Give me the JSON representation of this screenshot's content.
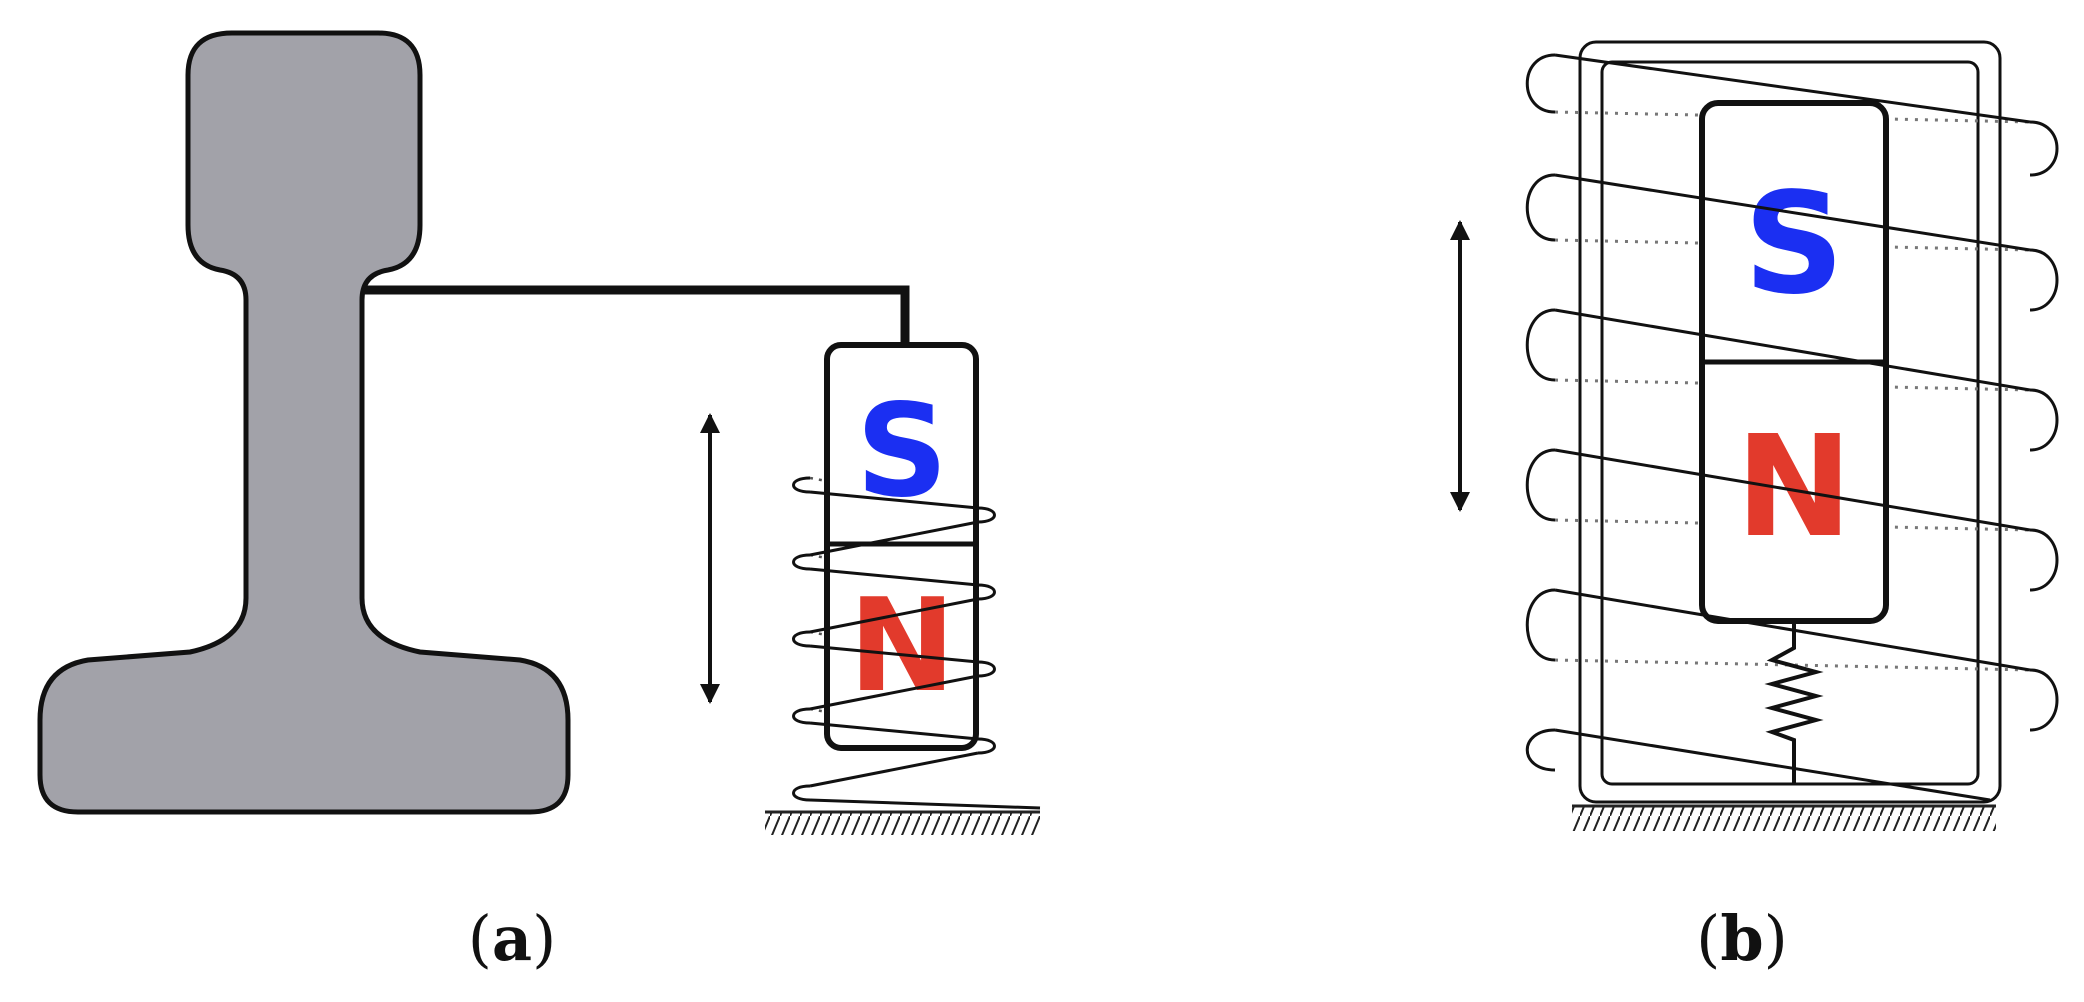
{
  "panel_a": {
    "magnet": {
      "top_pole": "S",
      "bottom_pole": "N"
    },
    "caption": {
      "open": "(",
      "letter": "a",
      "close": ")"
    }
  },
  "panel_b": {
    "magnet": {
      "top_pole": "S",
      "bottom_pole": "N"
    },
    "caption": {
      "open": "(",
      "letter": "b",
      "close": ")"
    }
  },
  "colors": {
    "south_pole": "#1b2ff2",
    "north_pole": "#e23a2c",
    "rail": "#a2a2a9",
    "outline": "#111111"
  }
}
